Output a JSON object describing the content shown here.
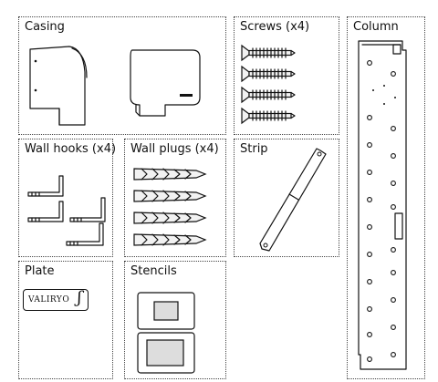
{
  "panels": {
    "casing": "Casing",
    "screws": "Screws (x4)",
    "column": "Column",
    "wall_hooks": "Wall hooks (x4)",
    "wall_plugs": "Wall plugs (x4)",
    "strip": "Strip",
    "plate": "Plate",
    "stencils": "Stencils"
  },
  "plate_logo": "VALIRYO",
  "icons": [
    "casing-side-icon",
    "casing-back-icon",
    "screw-icon",
    "wall-hook-icon",
    "wall-plug-icon",
    "strip-icon",
    "plate-logo-icon",
    "stencil-icon",
    "column-icon"
  ]
}
